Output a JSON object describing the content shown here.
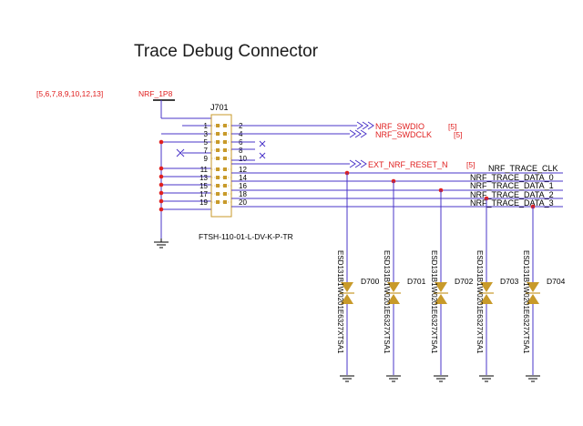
{
  "title": "Trace Debug Connector",
  "sheet_refs": "[5,6,7,8,9,10,12,13]",
  "power_net": "NRF_1P8",
  "connector": {
    "ref": "J701",
    "part": "FTSH-110-01-L-DV-K-P-TR",
    "pins_left": [
      "1",
      "3",
      "5",
      "7",
      "9",
      "11",
      "13",
      "15",
      "17",
      "19"
    ],
    "pins_right": [
      "2",
      "4",
      "6",
      "8",
      "10",
      "12",
      "14",
      "16",
      "18",
      "20"
    ]
  },
  "off_page": [
    {
      "net": "NRF_SWDIO",
      "ref": "[5]"
    },
    {
      "net": "NRF_SWDCLK",
      "ref": "[5]"
    },
    {
      "net": "EXT_NRF_RESET_N",
      "ref": "[5]"
    }
  ],
  "trace_nets": [
    "NRF_TRACE_CLK",
    "NRF_TRACE_DATA_0",
    "NRF_TRACE_DATA_1",
    "NRF_TRACE_DATA_2",
    "NRF_TRACE_DATA_3"
  ],
  "esd": [
    {
      "ref": "D700",
      "part": "ESD131B1W0201E6327XTSA1"
    },
    {
      "ref": "D701",
      "part": "ESD131B1W0201E6327XTSA1"
    },
    {
      "ref": "D702",
      "part": "ESD131B1W0201E6327XTSA1"
    },
    {
      "ref": "D703",
      "part": "ESD131B1W0201E6327XTSA1"
    },
    {
      "ref": "D704",
      "part": "ESD131B1W0201E6327XTSA1"
    }
  ],
  "colors": {
    "wire": "#4a34c8",
    "label": "#e02020",
    "component": "#c89a2a",
    "text": "#000000"
  }
}
